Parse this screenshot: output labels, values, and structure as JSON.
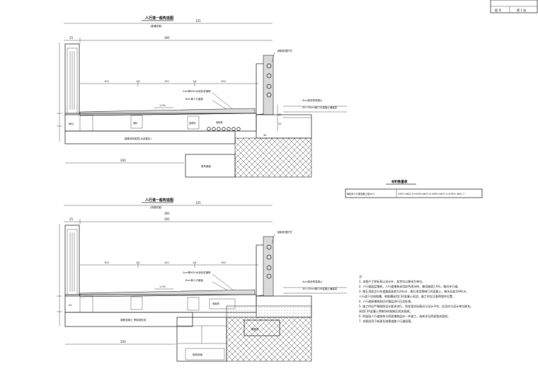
{
  "titleblock": {
    "cell1": "图 号",
    "cell2": "第 1 张"
  },
  "section_top": {
    "title": "人行道一般构造图",
    "subtitle": "(普通段落)",
    "dims": {
      "total": "125",
      "left_end": "25",
      "span": "395",
      "seg1": "100",
      "mid1": "1.5",
      "seg2": "100",
      "mid2": "1.5",
      "seg3": "100"
    },
    "slope": "1.0%",
    "labels": {
      "rail": "钢制防撞护栏",
      "layer1": "2cm厚M20水泥砂浆铺砌",
      "layer2": "8cm厚人行道板",
      "curb": "缘石",
      "bed": "填料",
      "fill": "回填料",
      "duct": "电缆槽",
      "base": "路基或桥梁层(水泥稳定)",
      "ground": "既有路面",
      "note1": "9cm厚沥青混凝土",
      "note2": "20～25cm厚C40混凝土铺装层"
    },
    "dim_side_a": "80",
    "dim_side_b": "20",
    "dim_side_c": "40",
    "dim_bottom": "200"
  },
  "section_bottom": {
    "title": "人行道一般构造图",
    "subtitle": "(桥梁段落)",
    "dims": {
      "total": "125",
      "left_end": "25",
      "span": "395",
      "sub": "305",
      "seg1": "100",
      "mid1": "1.5",
      "seg2": "100",
      "mid2": "1.5",
      "seg3": "100"
    },
    "slope": "1.0%",
    "labels": {
      "rail": "钢制防撞护栏",
      "layer1": "2cm厚M20水泥砂浆铺砌",
      "layer2": "8cm厚人行道板",
      "curb": "A1",
      "bed": "钢筋混凝土 预制或现浇",
      "duct": "电缆槽",
      "base": "路基层",
      "ground": "既有桥面",
      "note1": "9cm厚沥青混凝土",
      "note2": "20～25cm厚C40混凝土铺装层"
    },
    "dim_bottom": "200"
  },
  "qty_table": {
    "title": "材料数量表",
    "rows": [
      {
        "label": "每延米人行道混凝土量(m³)",
        "value": "4763+4822.3+4763+4827.6-4763+4837.2+4763+4851.7"
      }
    ]
  },
  "notes": {
    "heading": "注:",
    "items": [
      "1. 本图尺寸除标高以米计外，其余均以厘米为单位。",
      "2. 人行道面层铺装，人行道铺装采用彩色透水砖，铺设坡度1.0%，坡向车行道。",
      "3. 缘石顶面至行车道路面高差为20cm，缘石采用预制C30混凝土，每块长度为99cm，",
      "   人行道下设电缆槽，电缆槽采用C30混凝土现浇，施工时应注意预埋件位置。",
      "4. 人行道板铺装前应对基层进行压实处理。",
      "5. 施工时应严格按照设计要求进行，如发现实际情况与设计不符，应及时与设计单位联系。",
      "   采用C30混凝土预制块的规格见相关图纸。",
      "6. 桥梁段人行道结构与桥面铺装层应一并施工，具体详见桥梁相关图纸。",
      "7. 本图适用于新建及改建道路人行道段落。"
    ]
  }
}
